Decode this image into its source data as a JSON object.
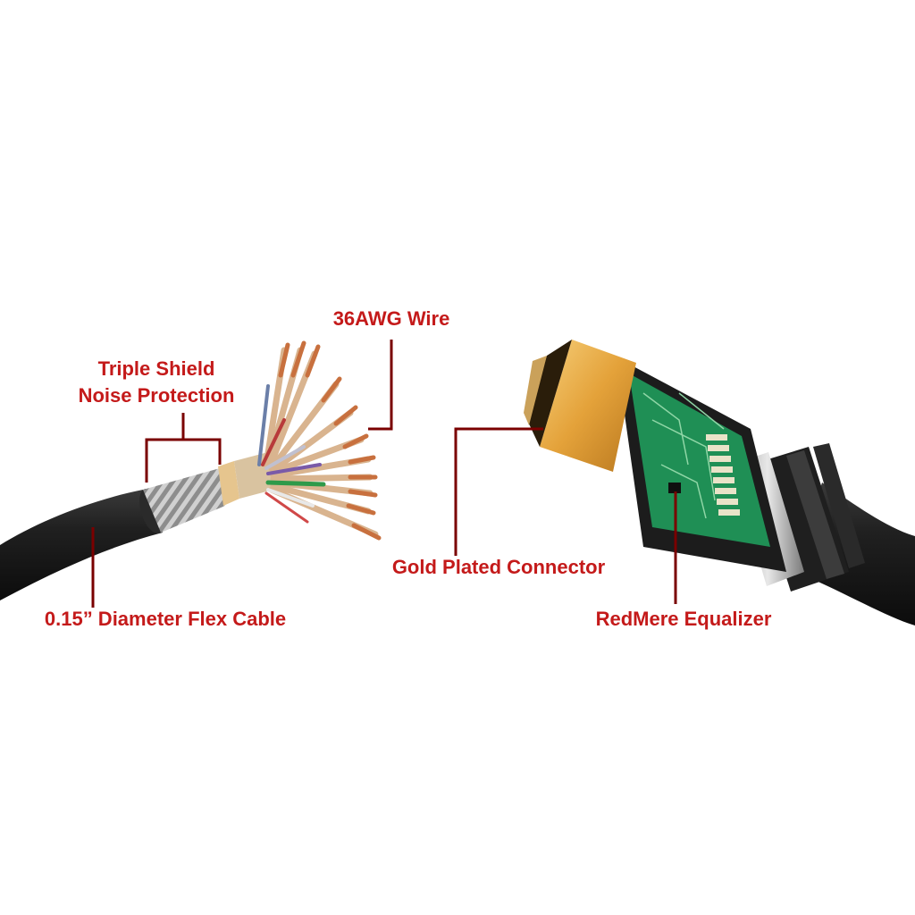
{
  "colors": {
    "label": "#c41a1a",
    "leader": "#7a0000",
    "jacket": "#1b1b1b",
    "copper": "#c8703e",
    "gold": "#e8a63a",
    "pcb": "#1f8f55"
  },
  "callouts": {
    "triple_shield": {
      "line1": "Triple Shield",
      "line2": "Noise Protection"
    },
    "awg_wire": "36AWG Wire",
    "diameter": "0.15” Diameter Flex Cable",
    "gold_connector": "Gold Plated Connector",
    "redmere": "RedMere Equalizer"
  },
  "icons": {
    "cable_end": "stripped-cable-icon",
    "connector": "hdmi-connector-icon"
  }
}
